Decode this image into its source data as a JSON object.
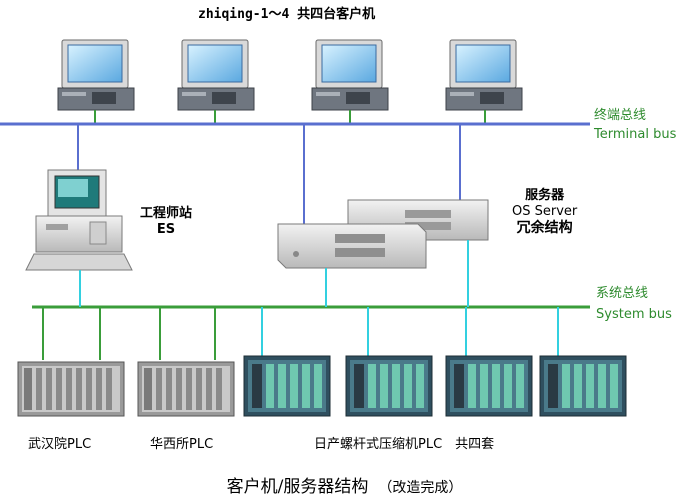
{
  "diagram": {
    "header": "zhiqing-1～4 共四台客户机",
    "terminal_bus": {
      "cn": "终端总线",
      "en": "Terminal bus"
    },
    "system_bus": {
      "cn": "系统总线",
      "en": "System bus"
    },
    "engineer_station": {
      "line1": "工程师站",
      "line2": "ES"
    },
    "server": {
      "line1": "服务器",
      "line2": "OS Server",
      "line3": "冗余结构"
    },
    "plc_labels": {
      "wuhan": "武汉院PLC",
      "huaxi": "华西所PLC",
      "richan": "日产螺杆式压缩机PLC　共四套"
    },
    "caption": "客户机/服务器结构",
    "caption_note": "（改造完成）",
    "colors": {
      "terminal_bus": "#5a6fcf",
      "system_bus": "#3a9d3a",
      "link_cyan": "#33d0e0",
      "link_green": "#3a9d3a",
      "link_blue": "#5a6fcf"
    }
  }
}
